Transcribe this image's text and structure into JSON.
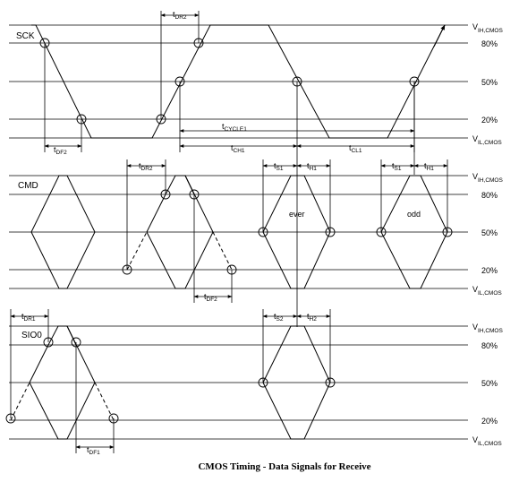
{
  "levels": {
    "vih": {
      "main": "V",
      "sub": "IH,CMOS"
    },
    "p80": "80%",
    "p50": "50%",
    "p20": "20%",
    "vil": {
      "main": "V",
      "sub": "IL,CMOS"
    }
  },
  "signals": {
    "sck": "SCK",
    "cmd": "CMD",
    "sio": "SIO0"
  },
  "timings": {
    "df2": {
      "main": "t",
      "sub": "DF2"
    },
    "dr2": {
      "main": "t",
      "sub": "DR2"
    },
    "cycle1": {
      "main": "t",
      "sub": "CYCLE1"
    },
    "ch1": {
      "main": "t",
      "sub": "CH1"
    },
    "cl1": {
      "main": "t",
      "sub": "CL1"
    },
    "s1": {
      "main": "t",
      "sub": "S1"
    },
    "h1": {
      "main": "t",
      "sub": "H1"
    },
    "s2": {
      "main": "t",
      "sub": "S2"
    },
    "h2": {
      "main": "t",
      "sub": "H2"
    },
    "dr1": {
      "main": "t",
      "sub": "DR1"
    },
    "df1": {
      "main": "t",
      "sub": "DF1"
    }
  },
  "bits": {
    "even": "ever",
    "odd": "odd"
  },
  "caption": "CMOS Timing - Data Signals for Receive"
}
